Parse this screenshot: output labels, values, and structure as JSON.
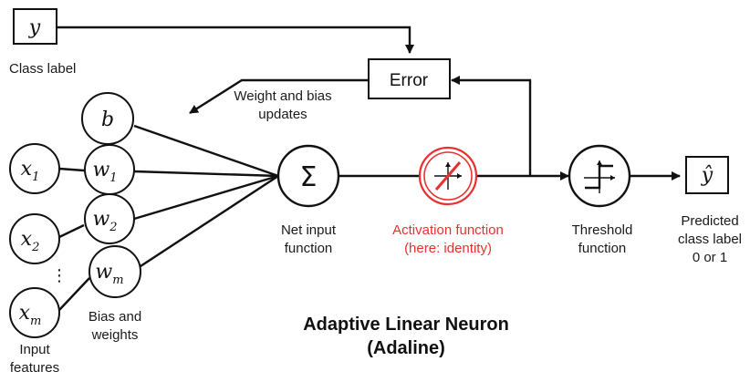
{
  "diagram": {
    "title_line1": "Adaptive Linear Neuron",
    "title_line2": "(Adaline)",
    "class_label_symbol": "y",
    "class_label_text": "Class label",
    "error_box": "Error",
    "updates_line1": "Weight and bias",
    "updates_line2": "updates",
    "bias_symbol": "b",
    "inputs": [
      {
        "base": "x",
        "sub": "1"
      },
      {
        "base": "x",
        "sub": "2"
      },
      {
        "base": "x",
        "sub": "m"
      }
    ],
    "weights": [
      {
        "base": "w",
        "sub": "1"
      },
      {
        "base": "w",
        "sub": "2"
      },
      {
        "base": "w",
        "sub": "m"
      }
    ],
    "ellipsis": "⋮",
    "input_features_line1": "Input",
    "input_features_line2": "features",
    "bias_weights_line1": "Bias and",
    "bias_weights_line2": "weights",
    "net_input_symbol": "Σ",
    "net_input_line1": "Net input",
    "net_input_line2": "function",
    "activation_line1": "Activation function",
    "activation_line2": "(here: identity)",
    "threshold_line1": "Threshold",
    "threshold_line2": "function",
    "output_symbol": "ŷ",
    "output_line1": "Predicted",
    "output_line2": "class label",
    "output_line3": "0 or 1",
    "accent_color": "#e8312f"
  }
}
